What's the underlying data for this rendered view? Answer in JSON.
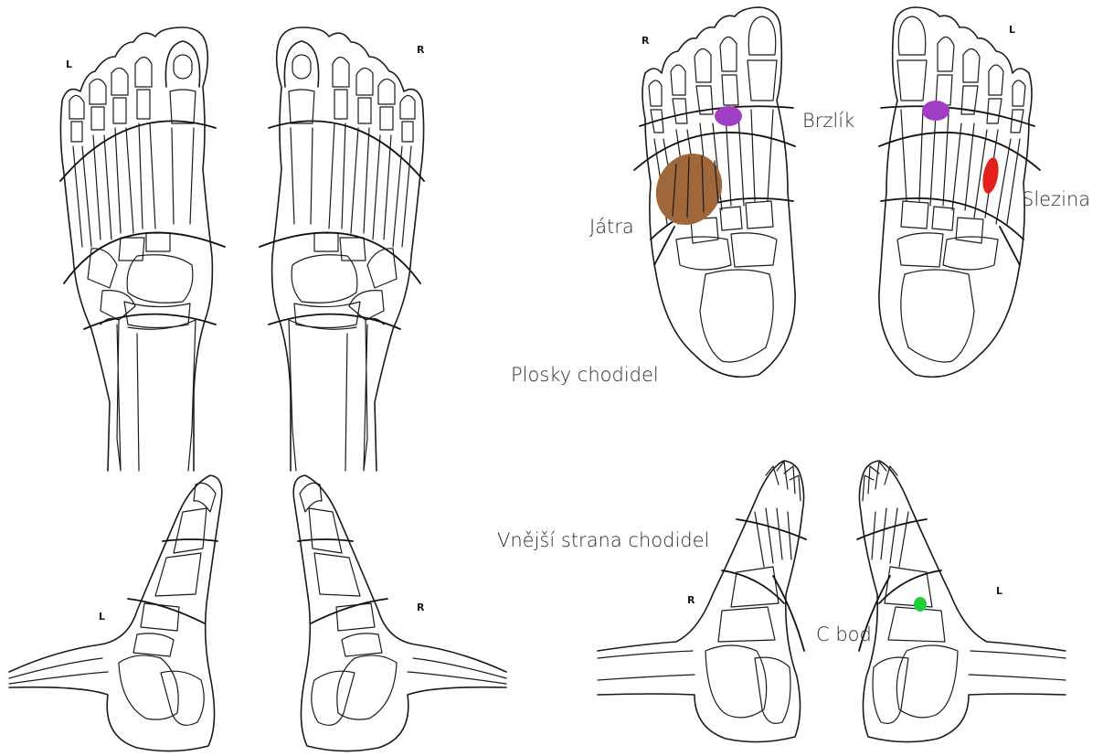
{
  "sides": {
    "left": "L",
    "right": "R"
  },
  "labels": {
    "soles": "Plosky chodidel",
    "outer_side": "Vnější strana chodidel",
    "liver": "Játra",
    "thymus": "Brzlík",
    "spleen": "Slezina",
    "c_point": "C bod"
  },
  "colors": {
    "liver": "#a0673a",
    "thymus": "#a23ec4",
    "spleen": "#e4201b",
    "c_point": "#1fcf3a",
    "line": "#1a1a1a"
  }
}
